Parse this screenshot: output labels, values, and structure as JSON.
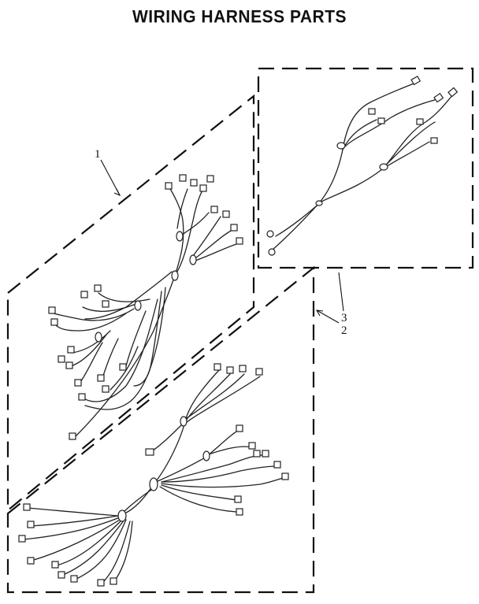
{
  "title": "WIRING HARNESS PARTS",
  "callouts": {
    "item1": "1",
    "item3": "3",
    "item2": "2"
  }
}
